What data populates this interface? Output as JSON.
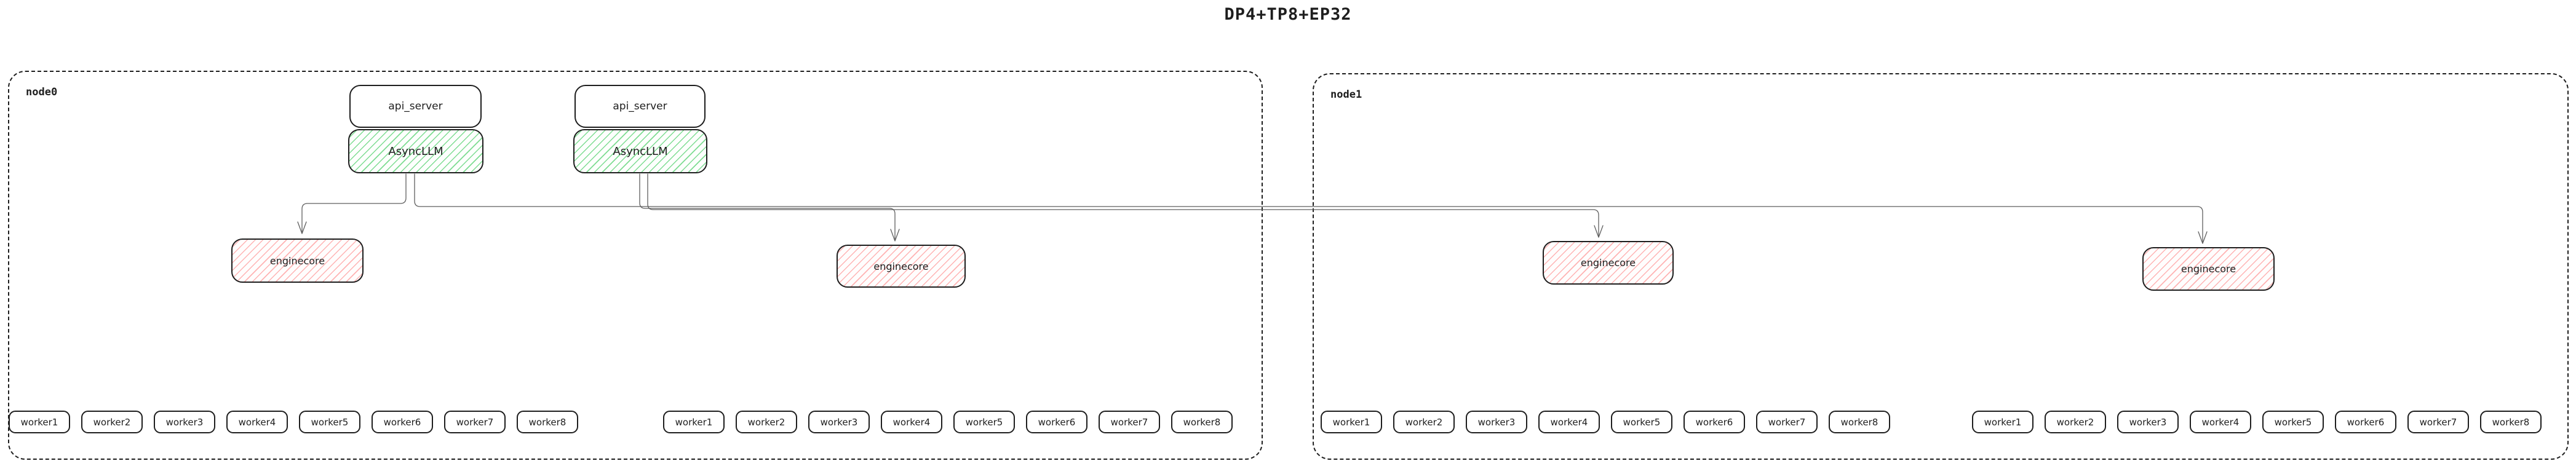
{
  "diagram": {
    "title": "DP4+TP8+EP32",
    "nodes": [
      {
        "label": "node0"
      },
      {
        "label": "node1"
      }
    ],
    "api_server_label": "api_server",
    "asyncllm_label": "AsyncLLM",
    "enginecore_label": "enginecore",
    "worker_labels": [
      "worker1",
      "worker2",
      "worker3",
      "worker4",
      "worker5",
      "worker6",
      "worker7",
      "worker8"
    ],
    "colors": {
      "stroke": "#1e1e1e",
      "green_hatch": "#7edc92",
      "red_hatch": "#ffb3b3",
      "connector": "#5f5f5f"
    }
  }
}
